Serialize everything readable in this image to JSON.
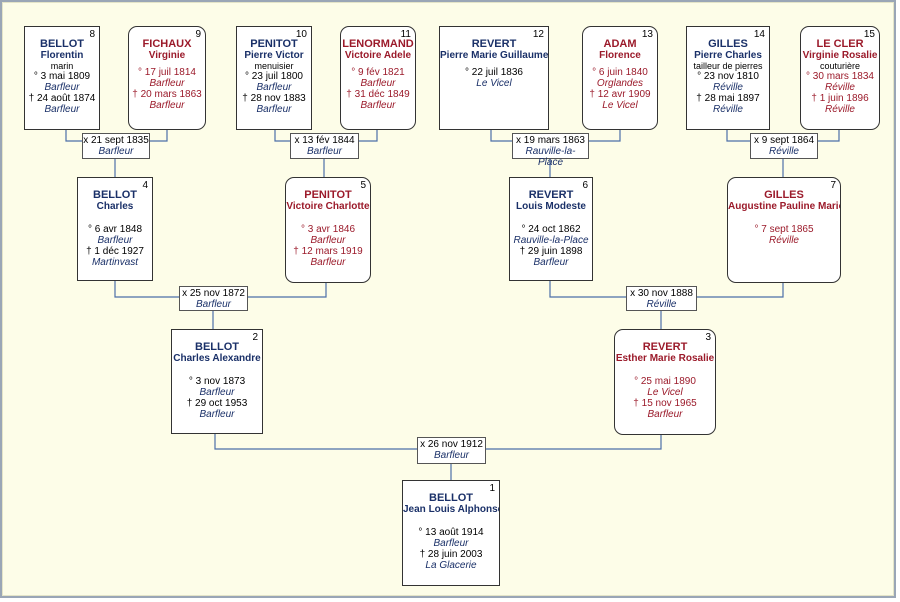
{
  "persons": [
    {
      "num": "8",
      "surname": "BELLOT",
      "given": "Florentin",
      "occupation": "marin",
      "birth": "° 3 mai 1809",
      "birth_place": "Barfleur",
      "death": "† 24 août 1874",
      "death_place": "Barfleur",
      "sex": "m"
    },
    {
      "num": "9",
      "surname": "FICHAUX",
      "given": "Virginie",
      "occupation": "",
      "birth": "° 17 juil 1814",
      "birth_place": "Barfleur",
      "death": "† 20 mars 1863",
      "death_place": "Barfleur",
      "sex": "f"
    },
    {
      "num": "10",
      "surname": "PENITOT",
      "given": "Pierre Victor",
      "occupation": "menuisier",
      "birth": "° 23 juil 1800",
      "birth_place": "Barfleur",
      "death": "† 28 nov 1883",
      "death_place": "Barfleur",
      "sex": "m"
    },
    {
      "num": "11",
      "surname": "LENORMAND",
      "given": "Victoire Adele",
      "occupation": "",
      "birth": "° 9 fév 1821",
      "birth_place": "Barfleur",
      "death": "† 31 déc 1849",
      "death_place": "Barfleur",
      "sex": "f"
    },
    {
      "num": "12",
      "surname": "REVERT",
      "given": "Pierre Marie Guillaume",
      "occupation": "",
      "birth": "° 22 juil 1836",
      "birth_place": "Le Vicel",
      "death": "",
      "death_place": "",
      "sex": "m"
    },
    {
      "num": "13",
      "surname": "ADAM",
      "given": "Florence",
      "occupation": "",
      "birth": "° 6 juin 1840",
      "birth_place": "Orglandes",
      "death": "† 12 avr 1909",
      "death_place": "Le Vicel",
      "sex": "f"
    },
    {
      "num": "14",
      "surname": "GILLES",
      "given": "Pierre Charles",
      "occupation": "tailleur de pierres",
      "birth": "° 23 nov 1810",
      "birth_place": "Réville",
      "death": "† 28 mai 1897",
      "death_place": "Réville",
      "sex": "m"
    },
    {
      "num": "15",
      "surname": "LE CLER",
      "given": "Virginie Rosalie",
      "occupation": "couturière",
      "birth": "° 30 mars 1834",
      "birth_place": "Réville",
      "death": "† 1 juin 1896",
      "death_place": "Réville",
      "sex": "f"
    },
    {
      "num": "4",
      "surname": "BELLOT",
      "given": "Charles",
      "occupation": "",
      "birth": "° 6 avr 1848",
      "birth_place": "Barfleur",
      "death": "† 1 déc 1927",
      "death_place": "Martinvast",
      "sex": "m"
    },
    {
      "num": "5",
      "surname": "PENITOT",
      "given": "Victoire Charlotte",
      "occupation": "",
      "birth": "° 3 avr 1846",
      "birth_place": "Barfleur",
      "death": "† 12 mars 1919",
      "death_place": "Barfleur",
      "sex": "f"
    },
    {
      "num": "6",
      "surname": "REVERT",
      "given": "Louis Modeste",
      "occupation": "",
      "birth": "° 24 oct 1862",
      "birth_place": "Rauville-la-Place",
      "death": "† 29 juin 1898",
      "death_place": "Barfleur",
      "sex": "m"
    },
    {
      "num": "7",
      "surname": "GILLES",
      "given": "Augustine Pauline Marie",
      "occupation": "",
      "birth": "° 7 sept 1865",
      "birth_place": "Réville",
      "death": "",
      "death_place": "",
      "sex": "f"
    },
    {
      "num": "2",
      "surname": "BELLOT",
      "given": "Charles Alexandre",
      "occupation": "",
      "birth": "° 3 nov 1873",
      "birth_place": "Barfleur",
      "death": "† 29 oct 1953",
      "death_place": "Barfleur",
      "sex": "m"
    },
    {
      "num": "3",
      "surname": "REVERT",
      "given": "Esther Marie Rosalie",
      "occupation": "",
      "birth": "° 25 mai 1890",
      "birth_place": "Le Vicel",
      "death": "† 15 nov 1965",
      "death_place": "Barfleur",
      "sex": "f"
    },
    {
      "num": "1",
      "surname": "BELLOT",
      "given": "Jean Louis Alphonse",
      "occupation": "",
      "birth": "° 13 août 1914",
      "birth_place": "Barfleur",
      "death": "† 28 juin 2003",
      "death_place": "La Glacerie",
      "sex": "m"
    }
  ],
  "marriages": [
    {
      "date": "x 21 sept 1835",
      "place": "Barfleur"
    },
    {
      "date": "x 13 fév 1844",
      "place": "Barfleur"
    },
    {
      "date": "x 19 mars 1863",
      "place": "Rauville-la-Place"
    },
    {
      "date": "x 9 sept 1864",
      "place": "Réville"
    },
    {
      "date": "x 25 nov 1872",
      "place": "Barfleur"
    },
    {
      "date": "x 30 nov 1888",
      "place": "Réville"
    },
    {
      "date": "x 26 nov 1912",
      "place": "Barfleur"
    }
  ]
}
